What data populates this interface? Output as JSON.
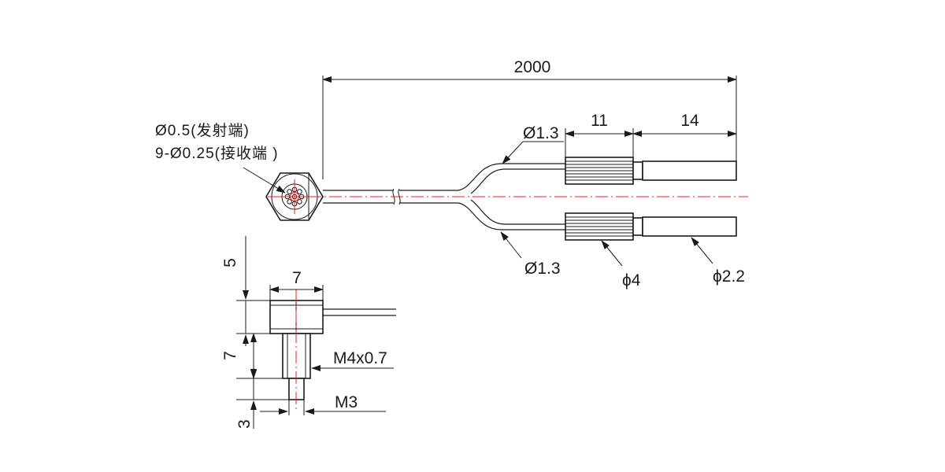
{
  "dimensions": {
    "total_length": "2000",
    "segment_a": "11",
    "segment_b": "14",
    "cable_upper": "Ø1.3",
    "cable_lower": "Ø1.3",
    "connector_dia": "ϕ4",
    "fiber_end_dia": "ϕ2.2",
    "head_width": "7",
    "head_height": "5",
    "thread_length": "7",
    "tip_length": "3",
    "thread_spec": "M4x0.7",
    "tip_spec": "M3"
  },
  "head_notes": {
    "emitter": "Ø0.5(发射端)",
    "receiver": "9-Ø0.25(接收端 )"
  },
  "colors": {
    "line": "#1a1a1a",
    "centerline": "#e8211d"
  }
}
